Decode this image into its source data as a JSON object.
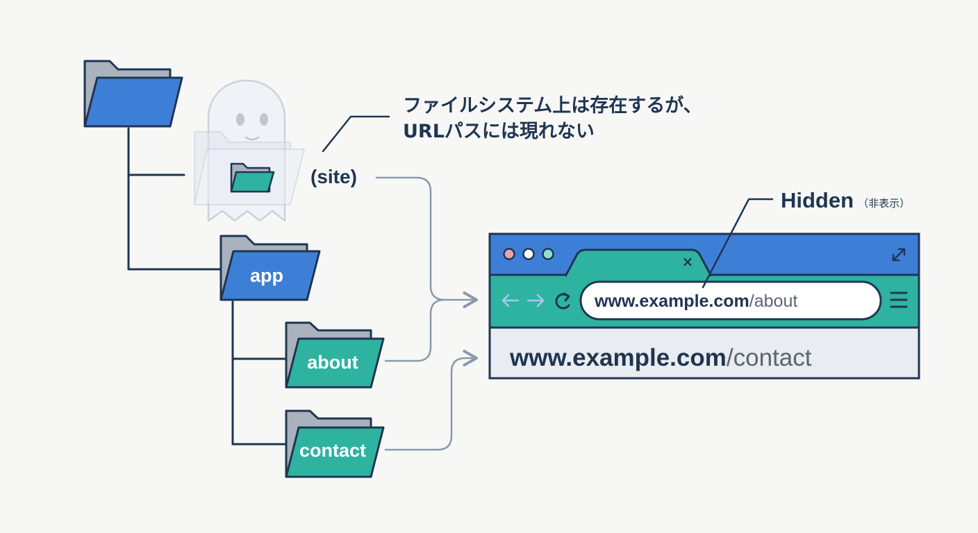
{
  "tree": {
    "root_folder_icon": "folder-icon",
    "hidden_group": {
      "label": "(site)",
      "ghost_icon": "ghost-icon",
      "folder_icon": "folder-icon"
    },
    "folders": [
      {
        "label": "app",
        "color": "#3d7fd6"
      },
      {
        "label": "about",
        "color": "#2eb3a1"
      },
      {
        "label": "contact",
        "color": "#2eb3a1"
      }
    ]
  },
  "note": {
    "line1": "ファイルシステム上は存在するが、",
    "line2": "URLパスには現れない"
  },
  "hidden_callout": {
    "main": "Hidden",
    "sub": "（非表示）"
  },
  "browser": {
    "tab_close": "×",
    "window_dots": [
      "#e9a3b1",
      "#ffffff",
      "#8fe0cf"
    ],
    "expand_icon": "expand-icon",
    "back_icon": "back-arrow-icon",
    "forward_icon": "forward-arrow-icon",
    "reload_icon": "reload-icon",
    "menu_icon": "hamburger-menu-icon",
    "address": {
      "domain": "www.example.com",
      "path": "/about"
    },
    "second_url": {
      "domain": "www.example.com",
      "path": "/contact"
    }
  },
  "colors": {
    "blue": "#3d7fd6",
    "teal": "#2eb3a1",
    "navy": "#1f3552",
    "gray_tab": "#a9b2bd",
    "connector": "#8a9aab"
  }
}
